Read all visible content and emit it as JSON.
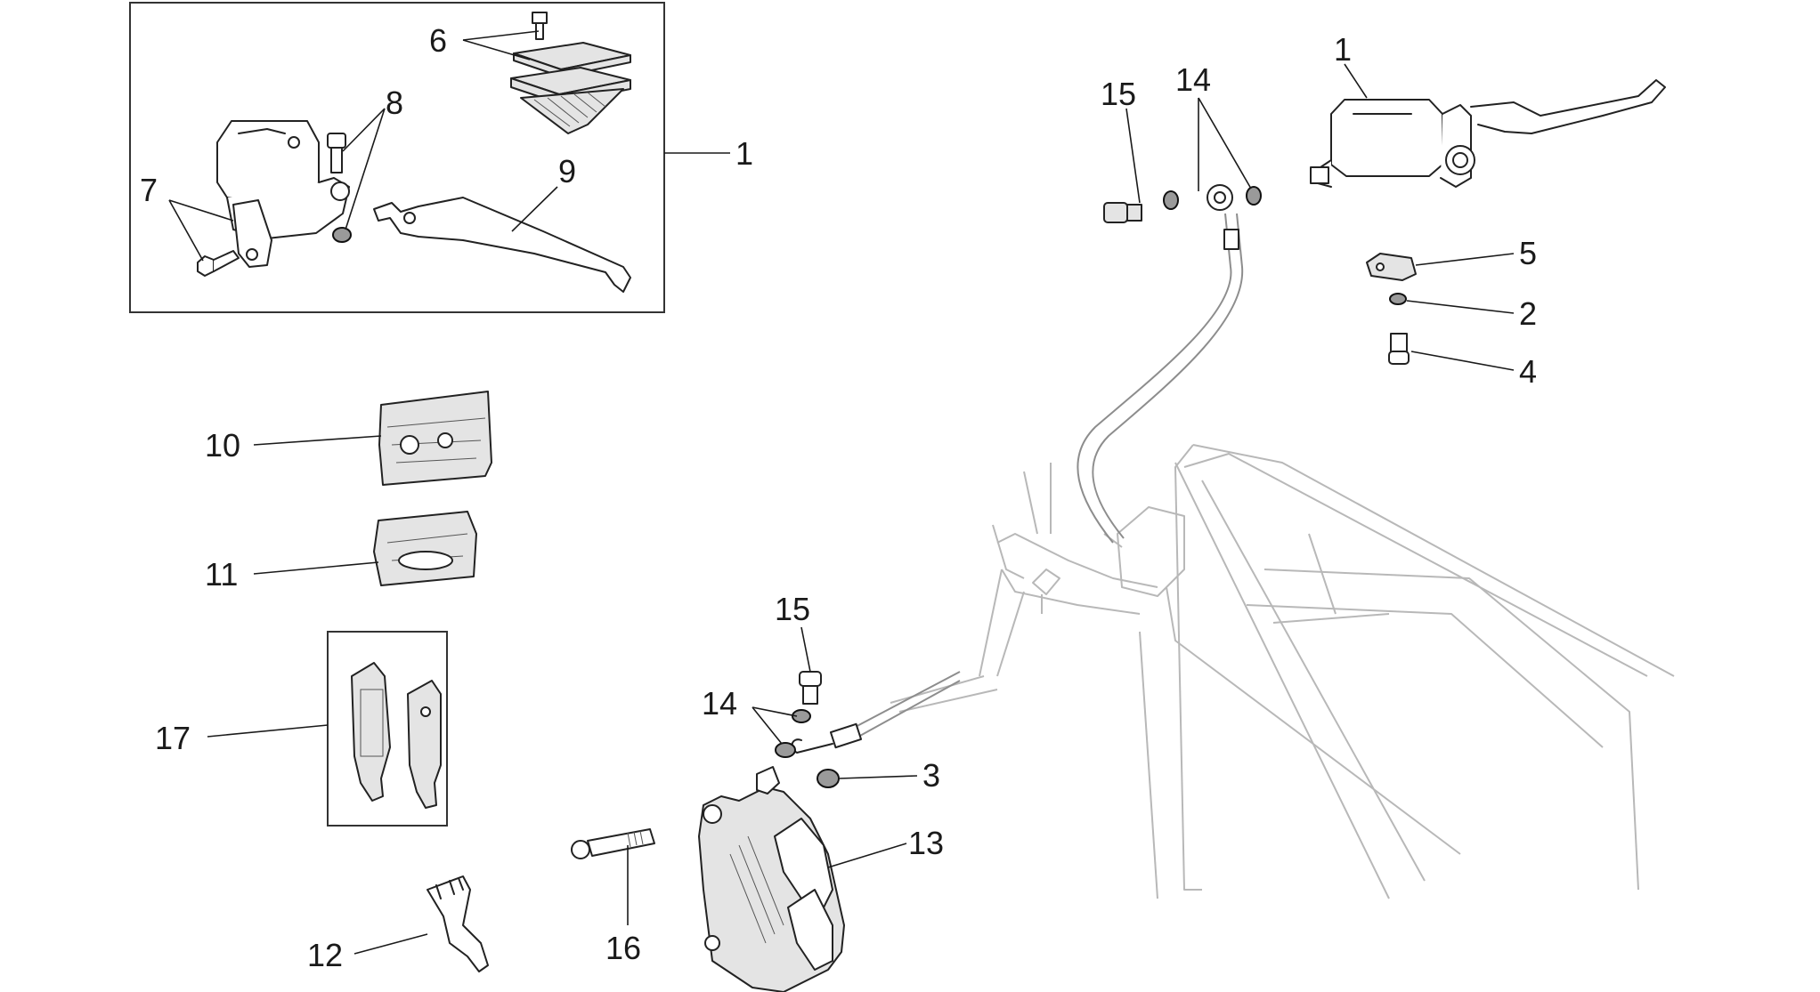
{
  "callouts": {
    "box_kit": "1",
    "screw_reservoir": "6",
    "pivot": "8",
    "screw_bracket": "7",
    "lever": "9",
    "master_cylinder": "1",
    "banjo_bolt_top": "15",
    "washers_top": "14",
    "switch": "5",
    "washer_switch": "2",
    "screw_switch": "4",
    "pad_kit_a": "10",
    "pad_kit_b": "11",
    "brake_pads": "17",
    "banjo_bolt_caliper": "15",
    "washers_caliper": "14",
    "bleed_cap": "3",
    "caliper": "13",
    "caliper_bolt": "16",
    "pad_spring": "12"
  }
}
